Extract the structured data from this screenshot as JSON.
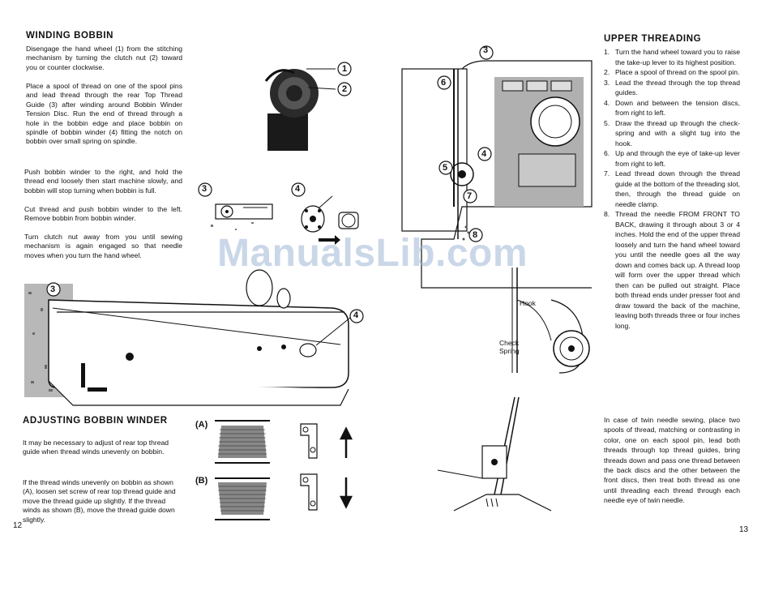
{
  "left": {
    "winding": {
      "title": "WINDING BOBBIN",
      "paragraphs": [
        "Disengage the hand wheel (1) from the stitching mechanism by turning the clutch nut (2) toward you or counter clockwise.",
        "Place a spool of thread on one of the spool pins and lead thread through the rear Top Thread Guide (3) after winding around Bobbin Winder Tension Disc. Run the end of thread through a hole in the bobbin edge and place bobbin on spindle of bobbin winder (4) fitting the notch on bobbin over small spring on spindle.",
        "Push bobbin winder to the right, and hold the thread end loosely then start machine slowly, and bobbin will stop turning when bobbin is full.",
        "Cut thread and push bobbin winder to the left. Remove bobbin from bobbin winder.",
        "Turn clutch nut away from you until sewing mechanism is again engaged so that needle moves when you turn the hand wheel."
      ]
    },
    "adjusting": {
      "title": "ADJUSTING BOBBIN WINDER",
      "paragraphs": [
        "It may be necessary to adjust of rear top thread guide when thread winds unevenly on bobbin.",
        "If the thread winds unevenly on bobbin as shown (A), loosen set screw of rear top thread guide and move the thread guide up slightly. If the thread winds as shown (B), move the thread guide down slightly."
      ]
    },
    "page_number": "12"
  },
  "right": {
    "upper": {
      "title": "UPPER THREADING",
      "steps": [
        {
          "num": "1.",
          "text": "Turn the hand wheel toward you to raise the take-up lever to its highest position."
        },
        {
          "num": "2.",
          "text": "Place a spool of thread on the spool pin."
        },
        {
          "num": "3.",
          "text": "Lead the thread through the top thread guides."
        },
        {
          "num": "4.",
          "text": "Down and between the tension discs, from right to left."
        },
        {
          "num": "5.",
          "text": "Draw the thread up through the check-spring and with a slight tug into the hook."
        },
        {
          "num": "6.",
          "text": "Up and through the eye of take-up lever from right to left."
        },
        {
          "num": "7.",
          "text": "Lead thread down through the thread guide at the bottom of the threading slot, then, through the thread guide on needle clamp."
        },
        {
          "num": "8.",
          "text": "Thread the needle FROM FRONT TO BACK, drawing it through about 3 or 4 inches. Hold the end of the upper thread loosely and turn the hand wheel toward you until the needle goes all the way down and comes back up. A thread loop will form over the upper thread which then can be pulled out straight. Place both thread ends under presser foot and draw toward the back of the machine, leaving both threads three or four inches long."
        }
      ],
      "twin_needle": "In case of twin needle sewing, place two spools of thread, matching or contrasting in color, one on each spool pin, lead both threads through top thread guides, bring threads down and pass one thread between the back discs and the other between the front discs, then treat both thread as one until threading each thread through each needle eye of twin needle."
    },
    "page_number": "13"
  },
  "figure_labels": {
    "c1": "1",
    "c2": "2",
    "c3": "3",
    "c4": "4",
    "c5": "5",
    "c6": "6",
    "c7": "7",
    "c8": "8",
    "A": "(A)",
    "B": "(B)",
    "hook": "Hook",
    "check": "Check",
    "spring": "Spring"
  },
  "watermark": "ManualsLib.com"
}
